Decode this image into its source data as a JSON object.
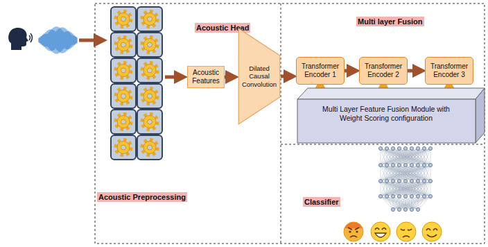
{
  "diagram": {
    "nodes": [
      {
        "text": [
          "Acoustic Features"
        ]
      },
      {
        "text": [
          "Dilated Causal Convolution"
        ]
      },
      {
        "text": [
          "Transformer Encoder 1"
        ]
      },
      {
        "text": [
          "Transformer Encoder 2"
        ]
      },
      {
        "text": [
          "Transformer Encoder 3"
        ]
      },
      {
        "text": [
          "Multi Layer Feature Fusion Module with Weight Scoring configuration"
        ]
      }
    ],
    "edges": [
      {
        "from": 0,
        "to": 1,
        "arrow": "to"
      },
      {
        "from": 1,
        "to": 2,
        "arrow": "to"
      },
      {
        "from": 2,
        "to": 3,
        "arrow": "to"
      },
      {
        "from": 3,
        "to": 4,
        "arrow": "to"
      },
      {
        "from": 2,
        "to": 5,
        "arrow": "to"
      },
      {
        "from": 3,
        "to": 5,
        "arrow": "to"
      },
      {
        "from": 4,
        "to": 5,
        "arrow": "to"
      }
    ],
    "labels": [
      "Acoustic Head",
      "Multi layer Fusion",
      "Acoustic Preprocessing",
      "Classifier"
    ]
  }
}
